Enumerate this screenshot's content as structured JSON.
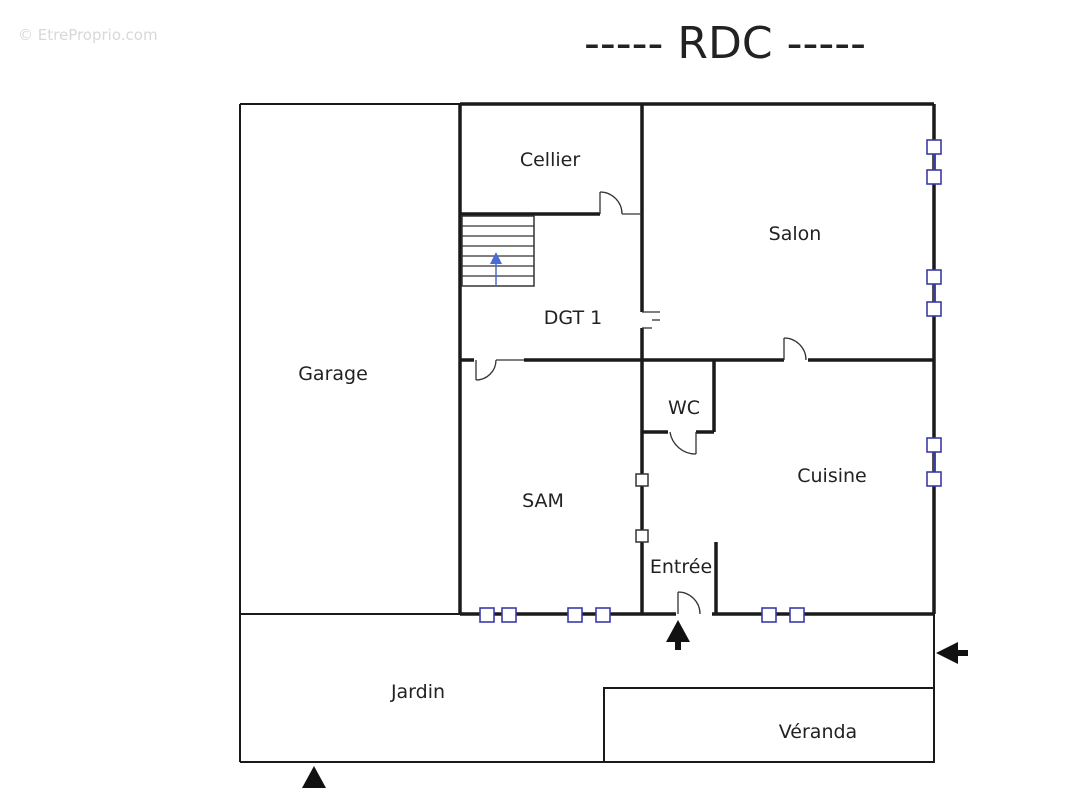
{
  "watermark": "© EtreProprio.com",
  "title": "----- RDC -----",
  "rooms": {
    "garage": "Garage",
    "cellier": "Cellier",
    "salon": "Salon",
    "dgt": "DGT 1",
    "wc": "WC",
    "sam": "SAM",
    "cuisine": "Cuisine",
    "entree": "Entrée",
    "jardin": "Jardin",
    "veranda": "Véranda"
  },
  "icons": {
    "entrance_arrow": "entrance-arrow-icon",
    "stair_arrow": "stair-arrow-icon"
  },
  "colors": {
    "walls": "#1a1a1a",
    "windows": "#3b3ba8",
    "stairs_arrow": "#4a6ad8"
  }
}
